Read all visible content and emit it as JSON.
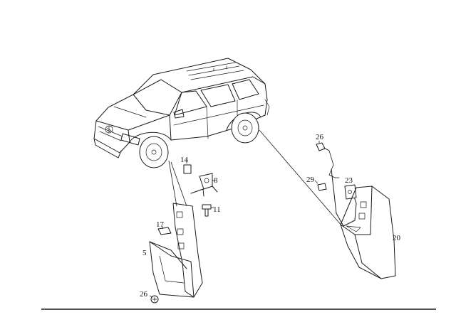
{
  "callouts": {
    "c26_top": "26",
    "c14": "14",
    "c8": "8",
    "c11": "11",
    "c29": "29",
    "c23": "23",
    "c17": "17",
    "c5": "5",
    "c20": "20",
    "c26_bottom": "26"
  }
}
